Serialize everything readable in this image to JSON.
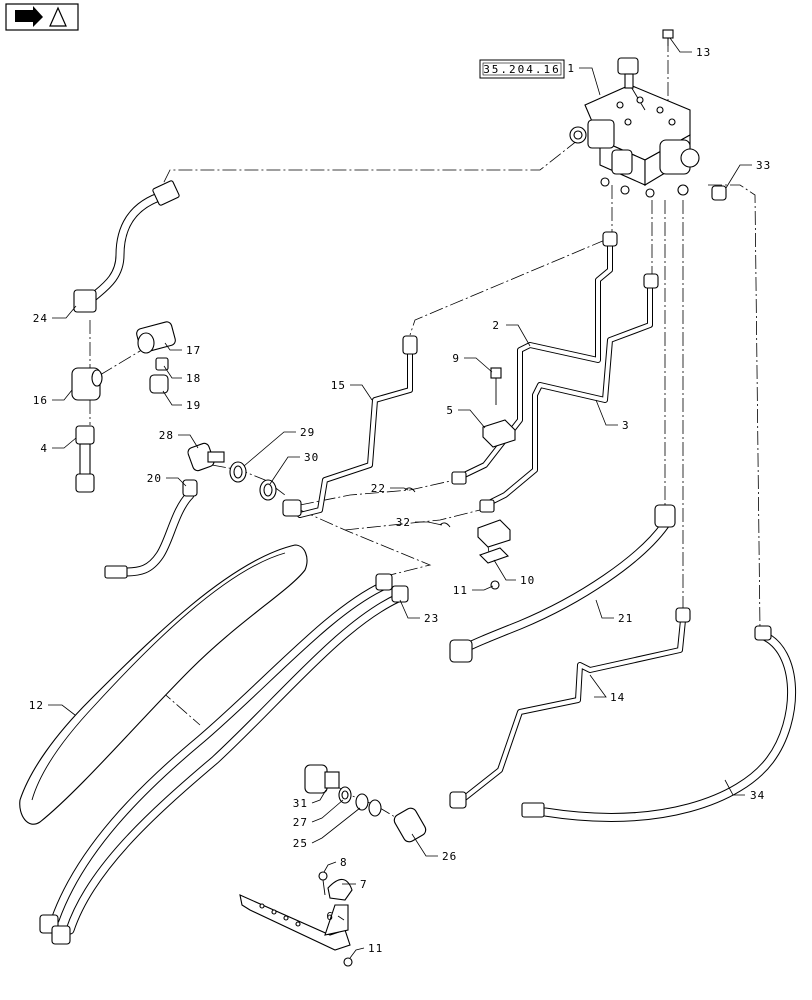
{
  "reference": "35.204.16",
  "callouts": [
    {
      "id": "c1",
      "text": "1"
    },
    {
      "id": "c2",
      "text": "2"
    },
    {
      "id": "c3",
      "text": "3"
    },
    {
      "id": "c4",
      "text": "4"
    },
    {
      "id": "c5",
      "text": "5"
    },
    {
      "id": "c6",
      "text": "6"
    },
    {
      "id": "c7",
      "text": "7"
    },
    {
      "id": "c8",
      "text": "8"
    },
    {
      "id": "c9",
      "text": "9"
    },
    {
      "id": "c10",
      "text": "10"
    },
    {
      "id": "c11a",
      "text": "11"
    },
    {
      "id": "c11b",
      "text": "11"
    },
    {
      "id": "c12",
      "text": "12"
    },
    {
      "id": "c13",
      "text": "13"
    },
    {
      "id": "c14",
      "text": "14"
    },
    {
      "id": "c15",
      "text": "15"
    },
    {
      "id": "c16",
      "text": "16"
    },
    {
      "id": "c17",
      "text": "17"
    },
    {
      "id": "c18",
      "text": "18"
    },
    {
      "id": "c19",
      "text": "19"
    },
    {
      "id": "c20",
      "text": "20"
    },
    {
      "id": "c21",
      "text": "21"
    },
    {
      "id": "c22",
      "text": "22"
    },
    {
      "id": "c23",
      "text": "23"
    },
    {
      "id": "c24",
      "text": "24"
    },
    {
      "id": "c25",
      "text": "25"
    },
    {
      "id": "c26",
      "text": "26"
    },
    {
      "id": "c27",
      "text": "27"
    },
    {
      "id": "c28",
      "text": "28"
    },
    {
      "id": "c29",
      "text": "29"
    },
    {
      "id": "c30",
      "text": "30"
    },
    {
      "id": "c31",
      "text": "31"
    },
    {
      "id": "c32",
      "text": "32"
    },
    {
      "id": "c33",
      "text": "33"
    },
    {
      "id": "c34",
      "text": "34"
    }
  ],
  "icons": {
    "nav": "arrow-right-icon"
  }
}
